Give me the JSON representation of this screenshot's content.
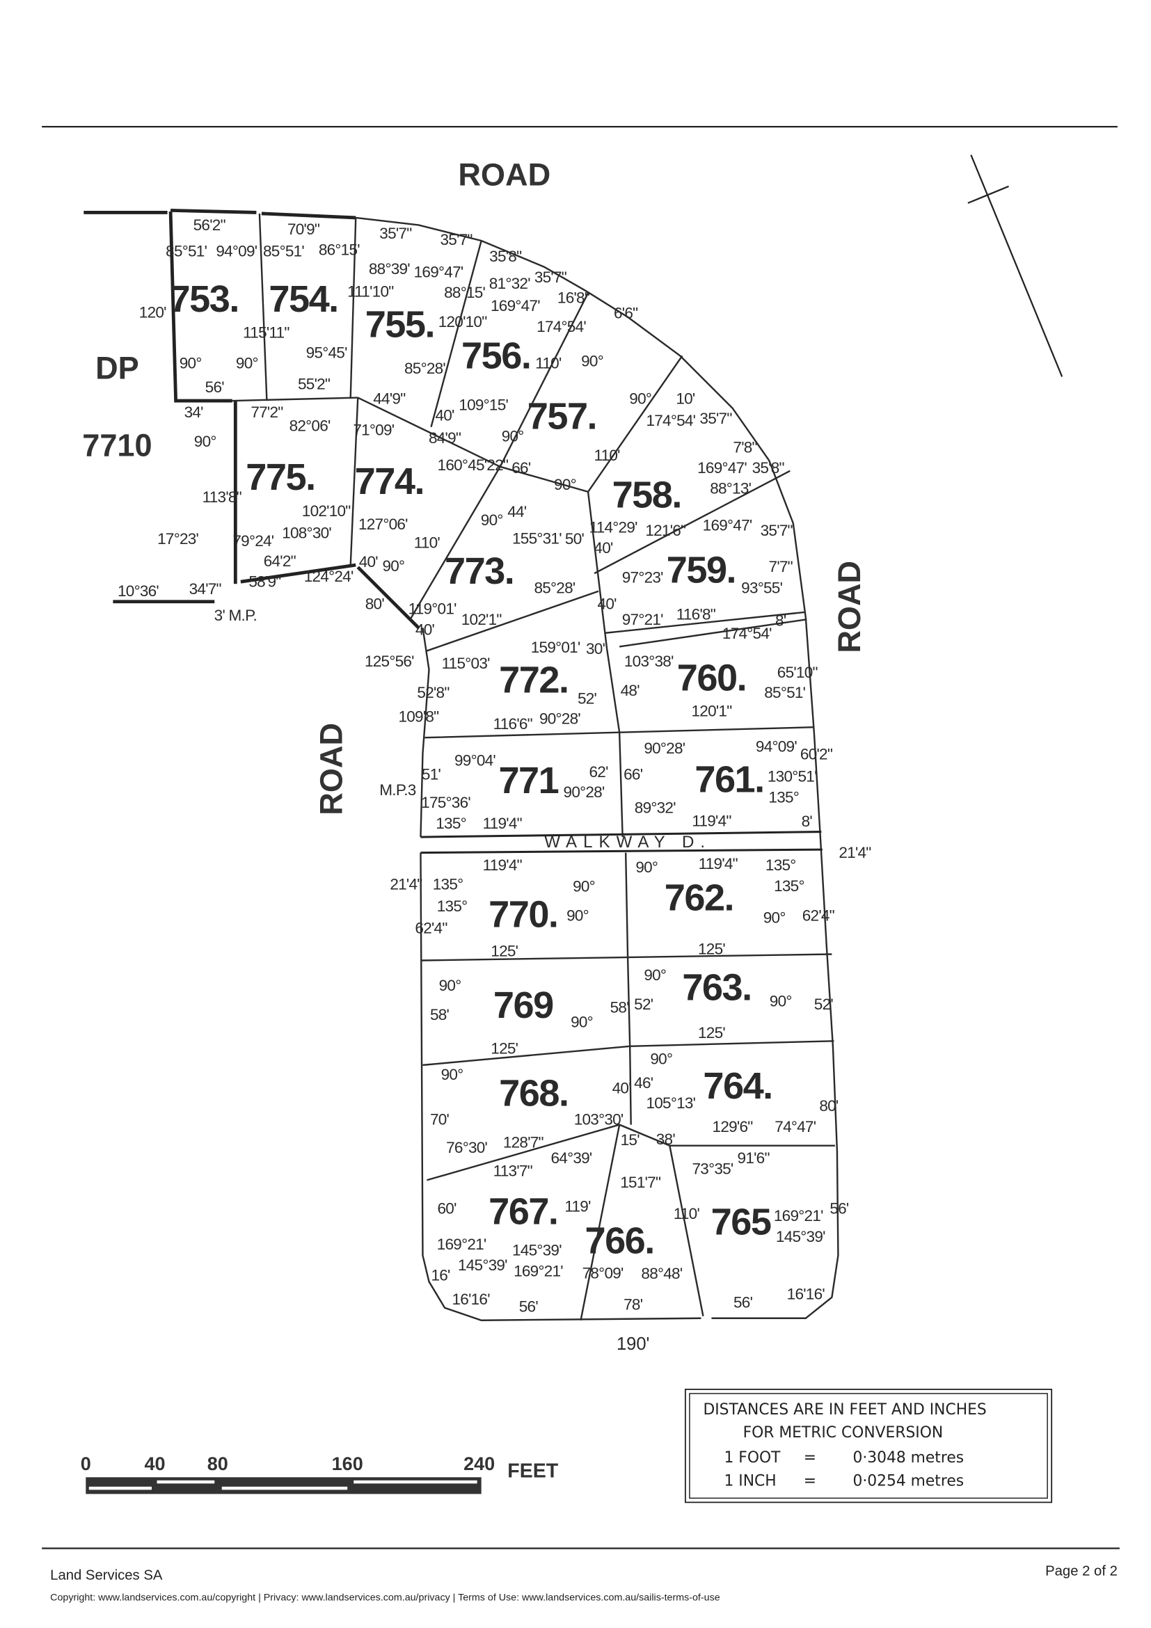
{
  "plan": {
    "road_top": "ROAD",
    "road_right": "ROAD",
    "road_left": "ROAD",
    "dp_label": "DP",
    "dp_number": "7710",
    "walkway": "WALKWAY D.",
    "mp_left": "3' M.P.",
    "mp_walkway": "M.P.3",
    "bottom_total": "190'",
    "misc_left": [
      "10°36'",
      "34'7\"",
      "17°23'"
    ]
  },
  "lots": [
    {
      "number": "753.",
      "dims": [
        "56'2\"",
        "85°51'",
        "94°09'",
        "120'",
        "115'11\"",
        "90°",
        "90°",
        "56'"
      ]
    },
    {
      "number": "754.",
      "dims": [
        "70'9\"",
        "85°51'",
        "86°15'",
        "111'10\"",
        "95°45'",
        "55'2\""
      ]
    },
    {
      "number": "755.",
      "dims": [
        "35'7\"",
        "35'7\"",
        "88°39'",
        "169°47'",
        "88°15'",
        "120'10\"",
        "85°28'",
        "44'9\""
      ]
    },
    {
      "number": "756.",
      "dims": [
        "35'8\"",
        "81°32'",
        "169°47'",
        "35'7\"",
        "16'8\"",
        "174°54'",
        "110'",
        "109°15'",
        "40'"
      ]
    },
    {
      "number": "757.",
      "dims": [
        "6'6\"",
        "90°",
        "90°",
        "90°",
        "110'",
        "90°",
        "66'"
      ]
    },
    {
      "number": "774.",
      "dims": [
        "71°09'",
        "84'9\"",
        "160°45'22\"",
        "127°06'",
        "40'",
        "90°",
        "110'"
      ]
    },
    {
      "number": "775.",
      "dims": [
        "77'2\"",
        "82°06'",
        "102'10\"",
        "34'",
        "90°",
        "113'8\"",
        "79°24'",
        "108°30'",
        "64'2\"",
        "58'9\""
      ]
    },
    {
      "number": "773.",
      "dims": [
        "90°",
        "44'",
        "155°31'",
        "50'",
        "85°28'",
        "102'1\"",
        "119°01'",
        "40'",
        "80'",
        "124°24'",
        "125°56'"
      ]
    },
    {
      "number": "758.",
      "dims": [
        "10'",
        "35'7\"",
        "174°54'",
        "169°47'",
        "88°13'",
        "7'8\"",
        "35'8\"",
        "114°29'",
        "121'6\"",
        "40'"
      ]
    },
    {
      "number": "759.",
      "dims": [
        "169°47'",
        "93°55'",
        "35'7\"",
        "7'7\"",
        "8'",
        "97°23'",
        "40'",
        "97°21'",
        "116'8\""
      ]
    },
    {
      "number": "760.",
      "dims": [
        "174°54'",
        "103°38'",
        "48'",
        "85°51'",
        "65'10\"",
        "120'1\""
      ]
    },
    {
      "number": "772.",
      "dims": [
        "159°01'",
        "115°03'",
        "52'8\"",
        "90°28'",
        "52'",
        "116'6\"",
        "30'",
        "109'8\""
      ]
    },
    {
      "number": "761.",
      "dims": [
        "90°28'",
        "66'",
        "89°32'",
        "94°09'",
        "130°51'",
        "135°",
        "60'2\"",
        "119'4\"",
        "8'"
      ]
    },
    {
      "number": "771",
      "dims": [
        "99°04'",
        "51'",
        "175°36'",
        "135°",
        "90°28'",
        "62'",
        "119'4\""
      ]
    },
    {
      "number": "770.",
      "dims": [
        "119'4\"",
        "135°",
        "135°",
        "21'4\"",
        "62'4\"",
        "90°",
        "90°",
        "125'"
      ]
    },
    {
      "number": "762.",
      "dims": [
        "90°",
        "119'4\"",
        "135°",
        "135°",
        "90°",
        "62'4\"",
        "125'",
        "21'4\""
      ]
    },
    {
      "number": "769",
      "dims": [
        "90°",
        "58'",
        "90°",
        "58'",
        "125'"
      ]
    },
    {
      "number": "763.",
      "dims": [
        "90°",
        "90°",
        "52'",
        "52'",
        "125'"
      ]
    },
    {
      "number": "768.",
      "dims": [
        "90°",
        "70'",
        "76°30'",
        "128'7\"",
        "103°30'",
        "40'"
      ]
    },
    {
      "number": "764.",
      "dims": [
        "90°",
        "46'",
        "105°13'",
        "129'6\"",
        "74°47'",
        "80'",
        "38'",
        "91'6\""
      ]
    },
    {
      "number": "767.",
      "dims": [
        "113'7\"",
        "64°39'",
        "60'",
        "169°21'",
        "145°39'",
        "145°39'",
        "169°21'",
        "16'",
        "16'16'",
        "56'",
        "119'"
      ]
    },
    {
      "number": "766.",
      "dims": [
        "15'",
        "151'7\"",
        "110'",
        "78°09'",
        "88°48'",
        "78'"
      ]
    },
    {
      "number": "765",
      "dims": [
        "73°35'",
        "169°21'",
        "145°39'",
        "56'",
        "16'16'",
        "56'"
      ]
    }
  ],
  "scale_bar": {
    "ticks": [
      "0",
      "40",
      "80",
      "160",
      "240"
    ],
    "unit": "FEET"
  },
  "legend": {
    "line1": "DISTANCES ARE IN FEET AND INCHES",
    "line2": "FOR METRIC CONVERSION",
    "foot_label": "1 FOOT",
    "foot_eq": "=",
    "foot_value": "0·3048 metres",
    "inch_label": "1 INCH",
    "inch_eq": "=",
    "inch_value": "0·0254 metres"
  },
  "footer": {
    "org": "Land Services SA",
    "page": "Page 2 of 2",
    "links": "Copyright: www.landservices.com.au/copyright | Privacy: www.landservices.com.au/privacy | Terms of Use: www.landservices.com.au/sailis-terms-of-use"
  }
}
